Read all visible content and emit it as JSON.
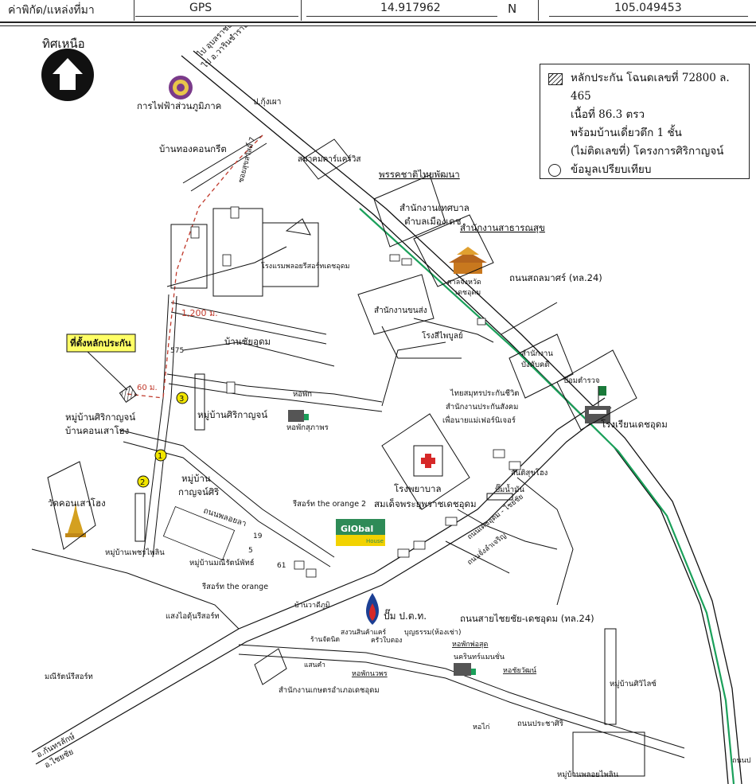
{
  "header": {
    "label": "ค่าพิกัด/แหล่งที่มา",
    "source": "GPS",
    "latitude": "14.917962",
    "direction": "N",
    "longitude": "105.049453"
  },
  "north": {
    "label": "ทิศเหนือ"
  },
  "legend": {
    "line1": "หลักประกัน โฉนดเลขที่ 72800 ล. 465",
    "line2": "เนื้อที่ 86.3 ตรว",
    "line3": "พร้อมบ้านเดี่ยวตึก 1 ชั้น",
    "line4": "(ไม่ติดเลขที่) โครงการศิริกาญจน์",
    "line5": "ข้อมูลเปรียบเทียบ"
  },
  "labels": {
    "to_ubon": "ไป อุบลราชธานี",
    "to_warin": "ไป อ.วารินชำราบ",
    "electric": "การไฟฟ้าส่วนภูมิภาค",
    "pumpha": "ป.กุ้งเผา",
    "thong_concrete": "บ้านทองคอนกรีต",
    "soi": "ซอยสุขสวัสดิ์ 7",
    "samakhom": "สมาคมคาร์แคร์วิส",
    "party": "พรรคชาติไทยพัฒนา",
    "municipal": "สำนักงานเทศบาล",
    "tambon": "ตำบลเมืองเดช",
    "health": "สำนักงานสาธารณสุข",
    "resort1": "โรงแรมพลอยรีสอร์ทเดชอุดม",
    "shrine": "ศาลจังหวัด",
    "shrine2": "เดชอุดม",
    "road24": "ถนนสถลมาศร์ (ทล.24)",
    "transport": "สำนักงานขนส่ง",
    "school_small": "โรงสีไพบูลย์",
    "distance_1200": "1,200 ม.",
    "ban_chai": "บ้านชัยอุดม",
    "no575": "575",
    "collateral_site": "ที่ตั้งหลักประกัน",
    "court": "สำนักงาน",
    "court2": "บังคับคดี",
    "police": "ป้อมตำรวจ",
    "school": "โรงเรียนเดชอุดม",
    "insurance1": "ไทยสมุทรประกันชีวิต",
    "insurance2": "สำนักงานประกันสังคม",
    "furniture": "เพื่อนายแม่เฟอร์นิเจอร์",
    "dist60": "60 ม.",
    "horpak": "หอพัก",
    "horpak_suphaporn": "หอพักสุภาพร",
    "siri_village": "หมู่บ้านศิริกาญจน์",
    "siri_village2": "หมู่บ้านศิริกาญจน์",
    "ban_khon": "บ้านคอนเสาโฮง",
    "kanchan_village": "หมู่บ้าน",
    "kanchan_village2": "กาญจน์ศิริ",
    "hospital": "โรงพยาบาล",
    "hospital2": "สมเด็จพระยุพราชเดชอุดม",
    "bike": "สันติสุขโฮง",
    "oil": "ปั๊มน้ำมัน",
    "wat": "วัดคอนเสาโฮง",
    "road_thap": "ถนนพลอยลา",
    "resort_o2": "รีสอร์ท the orange 2",
    "global": "GlObal",
    "global_sub": "House",
    "sompong": "หมู่บ้านเพชรไพลิน",
    "maneerat": "หมู่บ้านมณีรัตน์พัทธ์",
    "resort_orange": "รีสอร์ท the orange",
    "n19": "19",
    "n5": "5",
    "n61": "61",
    "banwa": "บ้านวาดีภูมิ",
    "road_chai": "ถนนสายไชยชัย-เดชอุดม (ทล.24)",
    "road_kong": "ถนนเดชอุดม - ไชยชัย",
    "road_kong2": "ถนนจั่งลำเจริญ",
    "ptt": "ปั๊ม ป.ต.ท.",
    "saeng": "แสงไอดุ้นรีสอร์ท",
    "lanmai": "ร้านจัดนิด",
    "mart": "สงวนสินค้าแคร์",
    "kruarin": "ครัวใบตอง",
    "boonsom": "บุญธรรม(ห้องเช่า)",
    "horpak_phosut": "หอพักพ่อสุด",
    "mansion": "นครินทร์แมนชั่น",
    "market": "แสนคำ",
    "horpak_naworn": "หอพักนวพร",
    "horpak_chaiwat": "หอชัยวัฒน์",
    "siwilai": "หมู่บ้านศิวิไลซ์",
    "manee": "มณีรัตน์รีสอร์ท",
    "agri": "สำนักงานเกษตรอำเภอเดชอุดม",
    "horkai": "หอไก่",
    "road_pracha": "ถนนประชาศิริ",
    "to_kanthararom": "อ.กันทรลักษ์",
    "to_chaiya": "อ.ไชยชัย",
    "phloy_village": "หมู่บ้านพลอยไพลิน",
    "road_right": "ถนนป"
  }
}
